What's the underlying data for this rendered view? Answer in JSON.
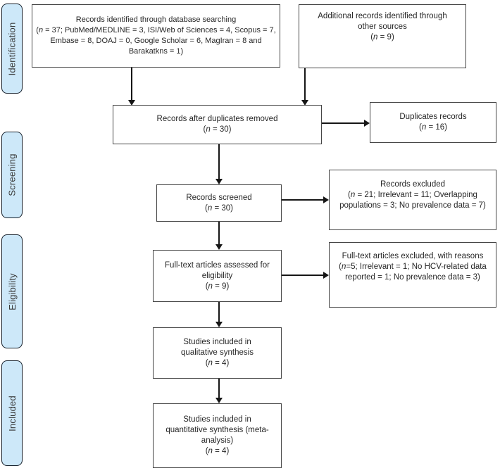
{
  "sym": {
    "open_paren": "(",
    "n": "n"
  },
  "colors": {
    "phase_fill": "#cde8f9",
    "phase_border": "#16202b",
    "box_border": "#464646",
    "text": "#262626",
    "arrow": "#161616"
  },
  "sidebar": {
    "identification": "Identification",
    "screening": "Screening",
    "eligibility": "Eligibility",
    "included": "Included"
  },
  "boxes": {
    "db_search": {
      "title": "Records identified through database searching",
      "stat_line1": " = 37; PubMed/MEDLINE = 3, ISI/Web of Sciences = 4, Scopus = 7,",
      "stat_line2": "Embase = 8, DOAJ = 0, Google Scholar = 6, MagIran = 8 and",
      "stat_line3": "Barakatkns = 1)"
    },
    "other_sources": {
      "title_line1": "Additional records identified through",
      "title_line2": "other sources",
      "stat": " = 9)"
    },
    "dup_removed": {
      "title": "Records after duplicates removed",
      "stat": " = 30)"
    },
    "duplicates": {
      "title": "Duplicates records",
      "stat": " = 16)"
    },
    "screened": {
      "title": "Records screened",
      "stat": " = 30)"
    },
    "records_excluded": {
      "title": "Records excluded",
      "stat_line1": " = 21; Irrelevant = 11; Overlapping",
      "stat_line2": "populations = 3; No prevalence data = 7)"
    },
    "fulltext": {
      "title_line1": "Full-text articles assessed for",
      "title_line2": "eligibility",
      "stat": " = 9)"
    },
    "fulltext_excluded": {
      "title": "Full-text articles excluded, with reasons",
      "stat_line1": "=5; Irrelevant = 1; No HCV-related data",
      "stat_line2": "reported = 1; No prevalence data = 3)"
    },
    "qualitative": {
      "title_line1": "Studies included in",
      "title_line2": "qualitative synthesis",
      "stat": " = 4)"
    },
    "quantitative": {
      "title_line1": "Studies included in",
      "title_line2": "quantitative synthesis (meta-",
      "title_line3": "analysis)",
      "stat": " = 4)"
    }
  }
}
